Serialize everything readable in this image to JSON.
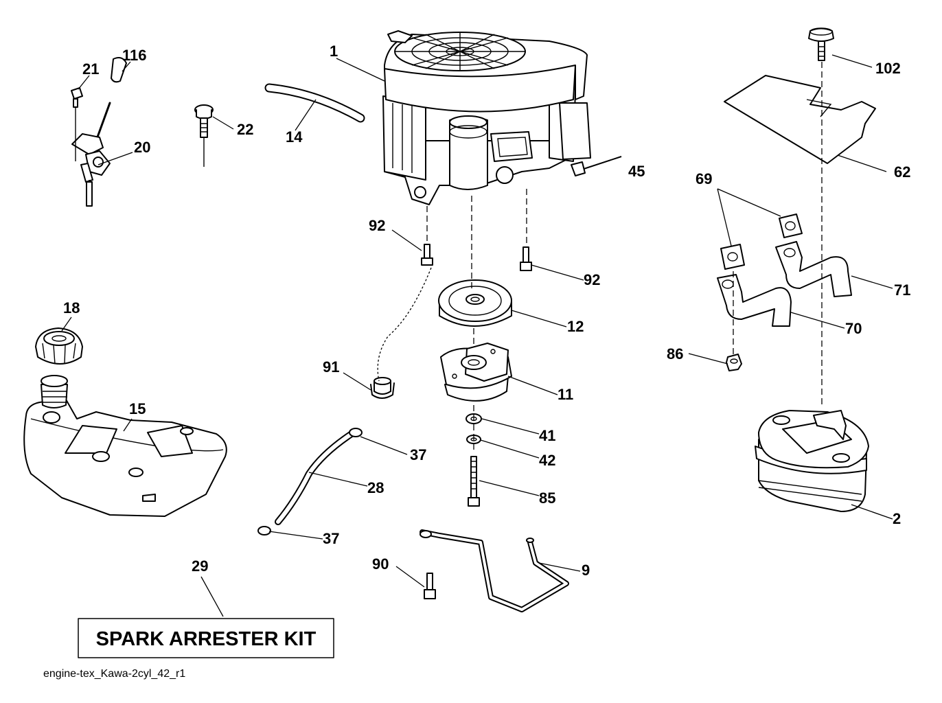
{
  "callouts": {
    "c1": "1",
    "c2": "2",
    "c9": "9",
    "c11": "11",
    "c12": "12",
    "c14": "14",
    "c15": "15",
    "c18": "18",
    "c20": "20",
    "c21": "21",
    "c22": "22",
    "c28": "28",
    "c29": "29",
    "c37a": "37",
    "c37b": "37",
    "c41": "41",
    "c42": "42",
    "c45": "45",
    "c62": "62",
    "c69": "69",
    "c70": "70",
    "c71": "71",
    "c85": "85",
    "c86": "86",
    "c90": "90",
    "c91": "91",
    "c92a": "92",
    "c92b": "92",
    "c102": "102",
    "c116": "116"
  },
  "kit_label": "SPARK ARRESTER KIT",
  "footer": "engine-tex_Kawa-2cyl_42_r1"
}
